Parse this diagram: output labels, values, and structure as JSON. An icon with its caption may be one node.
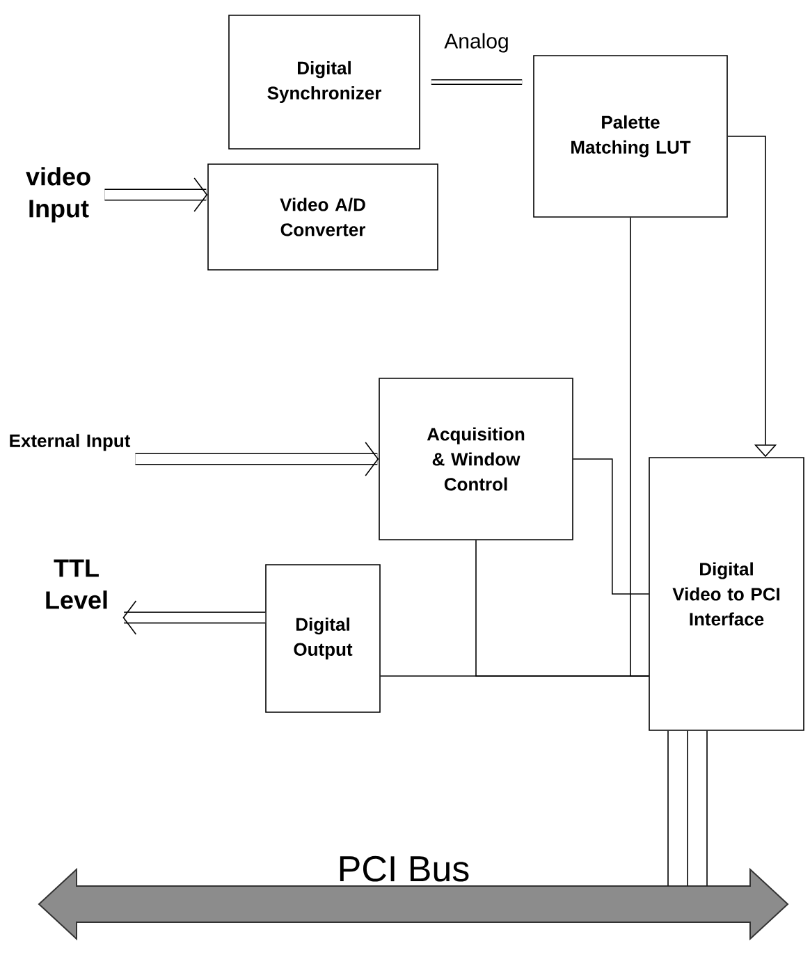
{
  "diagram": {
    "nodes": [
      {
        "text": [
          "video Input"
        ]
      },
      {
        "text": [
          "Digital Synchronizer"
        ]
      },
      {
        "text": [
          "Video A/D Converter"
        ]
      },
      {
        "text": [
          "Palette Matching LUT"
        ]
      },
      {
        "text": [
          "External Input"
        ]
      },
      {
        "text": [
          "Acquisition & Window Control"
        ]
      },
      {
        "text": [
          "TTL Level"
        ]
      },
      {
        "text": [
          "Digital Output"
        ]
      },
      {
        "text": [
          "Digital Video to PCI Interface"
        ]
      },
      {
        "text": [
          "PCI Bus"
        ]
      }
    ],
    "edges": [
      {
        "from": 0,
        "to": 2,
        "arrow": "to",
        "style": "thick"
      },
      {
        "from": 1,
        "to": 3,
        "arrow": "none",
        "label": "Analog",
        "style": "thick"
      },
      {
        "from": 4,
        "to": 5,
        "arrow": "to",
        "style": "thick"
      },
      {
        "from": 7,
        "to": 6,
        "arrow": "to",
        "style": "thick"
      },
      {
        "from": 3,
        "to": 8,
        "arrow": "to"
      },
      {
        "from": 3,
        "to": 8,
        "arrow": "none"
      },
      {
        "from": 5,
        "to": 8,
        "arrow": "none"
      },
      {
        "from": 7,
        "to": 8,
        "arrow": "none"
      },
      {
        "from": 5,
        "to": 8,
        "arrow": "none"
      },
      {
        "from": 8,
        "to": 9,
        "arrow": "none"
      },
      {
        "from": 8,
        "to": 9,
        "arrow": "none"
      },
      {
        "from": 8,
        "to": 9,
        "arrow": "none"
      }
    ]
  }
}
